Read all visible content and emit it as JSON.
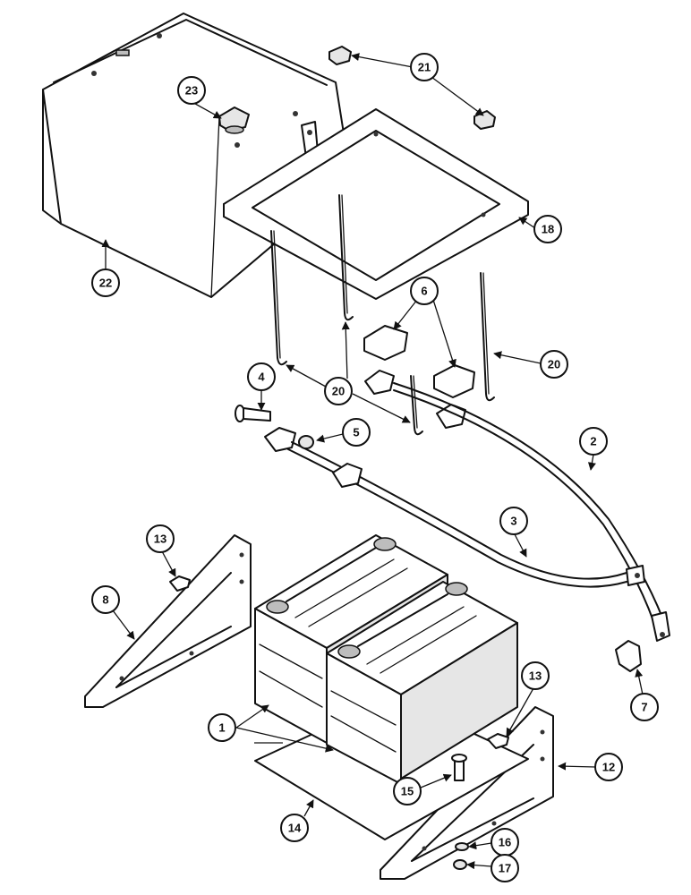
{
  "callouts": [
    {
      "id": "c1",
      "label": "1"
    },
    {
      "id": "c2",
      "label": "2"
    },
    {
      "id": "c3",
      "label": "3"
    },
    {
      "id": "c4",
      "label": "4"
    },
    {
      "id": "c5",
      "label": "5"
    },
    {
      "id": "c6",
      "label": "6"
    },
    {
      "id": "c7",
      "label": "7"
    },
    {
      "id": "c8",
      "label": "8"
    },
    {
      "id": "c12",
      "label": "12"
    },
    {
      "id": "c13a",
      "label": "13"
    },
    {
      "id": "c13b",
      "label": "13"
    },
    {
      "id": "c14",
      "label": "14"
    },
    {
      "id": "c15",
      "label": "15"
    },
    {
      "id": "c16",
      "label": "16"
    },
    {
      "id": "c17",
      "label": "17"
    },
    {
      "id": "c18",
      "label": "18"
    },
    {
      "id": "c20a",
      "label": "20"
    },
    {
      "id": "c20b",
      "label": "20"
    },
    {
      "id": "c21",
      "label": "21"
    },
    {
      "id": "c22",
      "label": "22"
    },
    {
      "id": "c23",
      "label": "23"
    }
  ]
}
